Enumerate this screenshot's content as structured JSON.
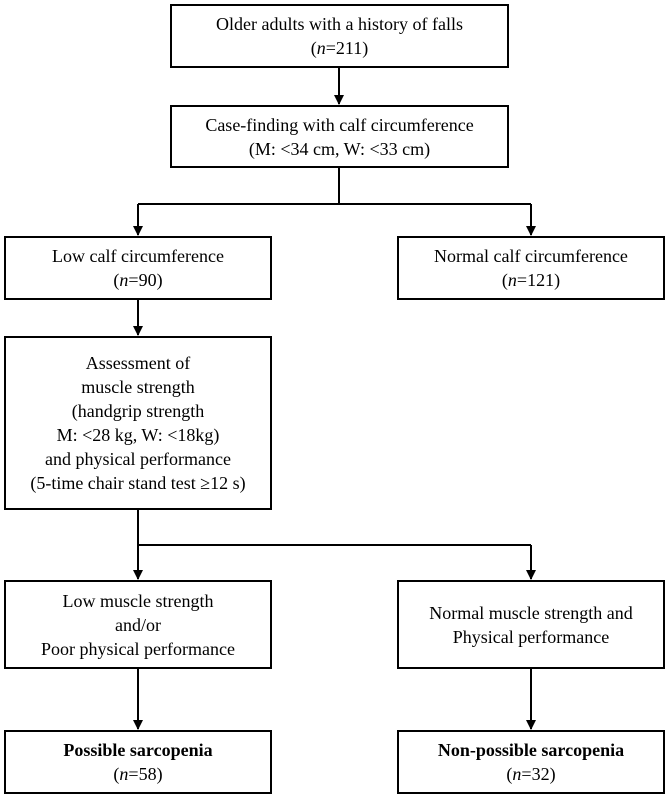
{
  "boxes": {
    "older_adults": {
      "label": "Older adults with a history of falls",
      "n_prefix": "n",
      "n_value": "=211"
    },
    "case_finding": {
      "line1": "Case-finding with calf circumference",
      "line2": "(M: <34 cm, W: <33 cm)"
    },
    "low_calf": {
      "label": "Low calf circumference",
      "n_prefix": "n",
      "n_value": "=90"
    },
    "normal_calf": {
      "label": "Normal calf circumference",
      "n_prefix": "n",
      "n_value": "=121"
    },
    "assessment": {
      "lines": [
        "Assessment of",
        "muscle strength",
        "(handgrip strength",
        "M: <28 kg, W: <18kg)",
        "and physical performance",
        "(5-time chair stand test ≥12 s)"
      ]
    },
    "low_strength": {
      "lines": [
        "Low muscle strength",
        "and/or",
        "Poor physical performance"
      ]
    },
    "normal_strength": {
      "lines": [
        "Normal muscle strength and",
        "Physical performance"
      ]
    },
    "possible": {
      "label": "Possible sarcopenia",
      "n_prefix": "n",
      "n_value": "=58"
    },
    "non_possible": {
      "label": "Non-possible sarcopenia",
      "n_prefix": "n",
      "n_value": "=32"
    }
  },
  "colors": {
    "line": "#000000",
    "box_border": "#000000",
    "background": "#ffffff"
  }
}
